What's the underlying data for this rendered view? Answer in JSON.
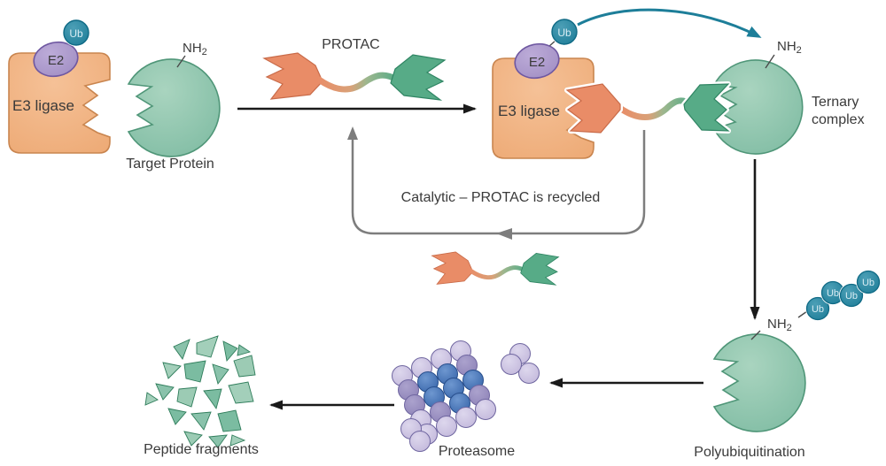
{
  "labels": {
    "e3_ligase": "E3 ligase",
    "e2": "E2",
    "ub": "Ub",
    "nh": "NH",
    "nh_sub": "2",
    "target_protein": "Target Protein",
    "protac": "PROTAC",
    "ternary_line1": "Ternary",
    "ternary_line2": "complex",
    "catalytic": "Catalytic – PROTAC is recycled",
    "polyubiquitination": "Polyubiquitination",
    "proteasome": "Proteasome",
    "peptide_fragments": "Peptide fragments"
  },
  "colors": {
    "e3_ligase_fill": "#F0AF7E",
    "e3_ligase_stroke": "#C9854F",
    "protac_e3_binder_fill": "#E98C67",
    "protac_e3_binder_stroke": "#C96B49",
    "protein_fill": "#85C0A7",
    "protein_stroke": "#4F9678",
    "protac_target_binder_fill": "#57AB87",
    "protac_target_binder_stroke": "#2F8563",
    "e2_fill": "#A896C7",
    "e2_stroke": "#6F58A1",
    "ub_fill": "#20809B",
    "ub_stroke": "#0F6A85",
    "ub_text": "#D7ECF3",
    "ubiquitin_transfer_arrow": "#1D7E99",
    "recycle_arrow": "#7D7D7D",
    "black_arrow": "#1A1A1A",
    "label_text": "#3A3A3A",
    "proteasome_lavender": "#C6BDDE",
    "proteasome_purple": "#9187BD",
    "proteasome_blue": "#3A6BB0"
  }
}
